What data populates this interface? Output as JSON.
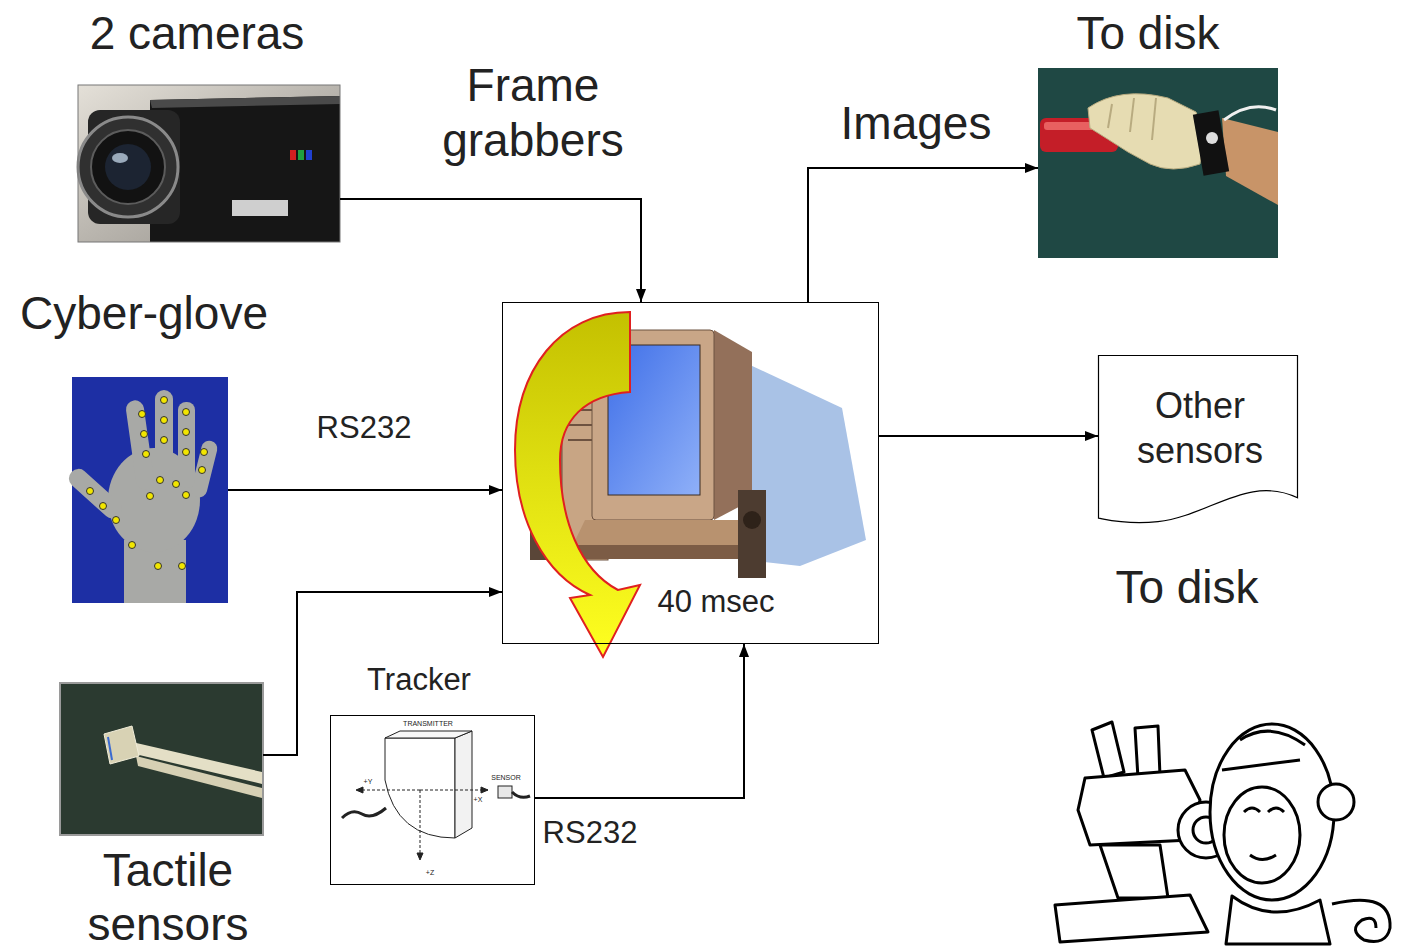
{
  "diagram": {
    "nodes": [
      {
        "text": [
          "2 cameras"
        ]
      },
      {
        "text": [
          "To disk"
        ]
      },
      {
        "text": [
          "Cyber-glove"
        ]
      },
      {
        "text": [
          "40 msec"
        ]
      },
      {
        "text": [
          "Other sensors",
          "To disk"
        ]
      },
      {
        "text": [
          "Tactile sensors"
        ]
      },
      {
        "text": [
          "Tracker"
        ]
      }
    ],
    "edges": [
      {
        "from": 0,
        "to": 3,
        "arrow": "to",
        "label": "Frame grabbers"
      },
      {
        "from": 3,
        "to": 1,
        "arrow": "to",
        "label": "Images"
      },
      {
        "from": 2,
        "to": 3,
        "arrow": "to",
        "label": "RS232"
      },
      {
        "from": 3,
        "to": 4,
        "arrow": "to"
      },
      {
        "from": 5,
        "to": 3,
        "arrow": "to"
      },
      {
        "from": 6,
        "to": 3,
        "arrow": "to",
        "label": "RS232"
      }
    ],
    "labels": [
      "TRANSMITTER",
      "+Y",
      "+X",
      "SENSOR",
      "+Z"
    ]
  }
}
